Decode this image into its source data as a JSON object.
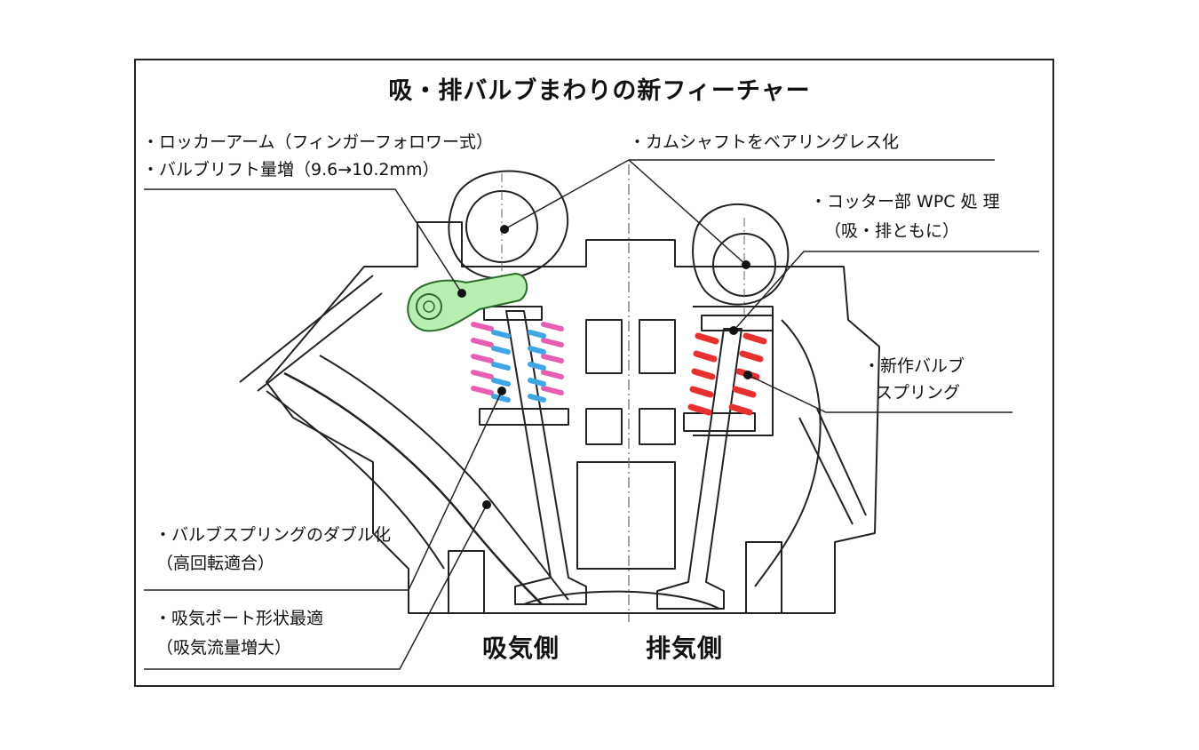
{
  "title": "吸・排バルブまわりの新フィーチャー",
  "labels": {
    "rocker_1": "・ロッカーアーム（フィンガーフォロワー式）",
    "rocker_2": "・バルブリフト量増（9.6→10.2mm）",
    "camshaft": "・カムシャフトをベアリングレス化",
    "cotter_1": "・コッター部 WPC 処 理",
    "cotter_2": "（吸・排ともに）",
    "spring_new_1": "・新作バルブ",
    "spring_new_2": "スプリング",
    "spring_double_1": "・バルブスプリングのダブル化",
    "spring_double_2": "（高回転適合）",
    "port_1": "・吸気ポート形状最適",
    "port_2": "（吸気流量増大）"
  },
  "sides": {
    "intake": "吸気側",
    "exhaust": "排気側"
  },
  "colors": {
    "rocker": "#b7efb0",
    "intake_spring_outer": "#e65fb3",
    "intake_spring_inner": "#3fa6e6",
    "exhaust_spring": "#e83030",
    "line": "#222222"
  }
}
